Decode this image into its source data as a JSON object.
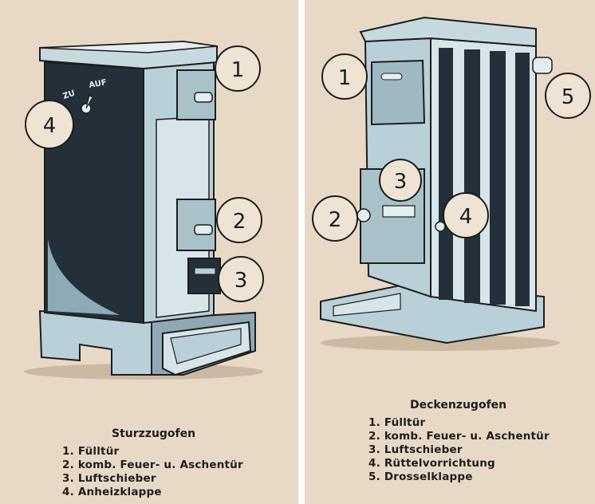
{
  "left": {
    "title": "Sturzzugofen",
    "items": [
      "1. Fülltür",
      "2. komb. Feuer- u. Aschentür",
      "3. Luftschieber",
      "4. Anheizklappe"
    ],
    "callouts": [
      "1",
      "2",
      "3",
      "4"
    ],
    "damper_labels": {
      "closed": "ZU",
      "open": "AUF"
    }
  },
  "right": {
    "title": "Deckenzugofen",
    "items": [
      "1. Fülltür",
      "2. komb. Feuer- u. Aschentür",
      "3. Luftschieber",
      "4. Rüttelvorrichtung",
      "5. Drosselklappe"
    ],
    "callouts": [
      "1",
      "2",
      "3",
      "4",
      "5"
    ]
  },
  "colors": {
    "paper": "#e8d9c6",
    "ink": "#1d1d1d",
    "stove_dark": "#23303a",
    "stove_light": "#b9d0d8"
  }
}
